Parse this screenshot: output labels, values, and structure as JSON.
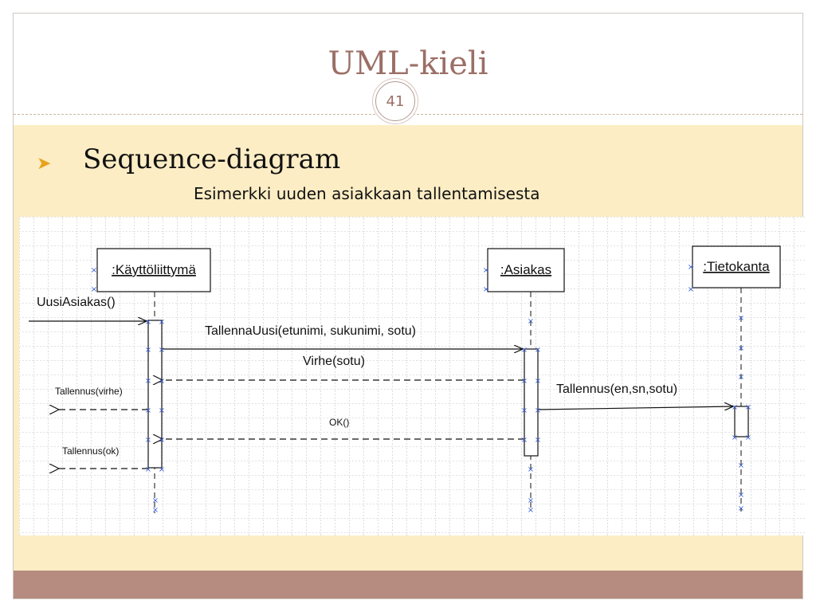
{
  "slide": {
    "title": "UML-kieli",
    "page_number": "41",
    "bullet": "Sequence-diagram",
    "subtitle": "Esimerkki uuden asiakkaan tallentamisesta"
  },
  "diagram": {
    "lifelines": [
      {
        "id": "kayttoliittyma",
        "label": ":Käyttöliittymä"
      },
      {
        "id": "asiakas",
        "label": ":Asiakas"
      },
      {
        "id": "tietokanta",
        "label": ":Tietokanta"
      }
    ],
    "messages": [
      {
        "label": "UusiAsiakas()",
        "from": "actor",
        "to": "kayttoliittyma",
        "type": "call"
      },
      {
        "label": "TallennaUusi(etunimi, sukunimi, sotu)",
        "from": "kayttoliittyma",
        "to": "asiakas",
        "type": "call"
      },
      {
        "label": "Virhe(sotu)",
        "from": "asiakas",
        "to": "kayttoliittyma",
        "type": "return"
      },
      {
        "label": "Tallennus(virhe)",
        "from": "kayttoliittyma",
        "to": "actor",
        "type": "return"
      },
      {
        "label": "Tallennus(en,sn,sotu)",
        "from": "asiakas",
        "to": "tietokanta",
        "type": "call"
      },
      {
        "label": "OK()",
        "from": "asiakas",
        "to": "kayttoliittyma",
        "type": "return"
      },
      {
        "label": "Tallennus(ok)",
        "from": "kayttoliittyma",
        "to": "actor",
        "type": "return"
      }
    ]
  },
  "colors": {
    "title": "#9b6f66",
    "content_background": "#fcedc4",
    "footer": "#b78c80",
    "bullet": "#e8a21c",
    "handle_marks": "#3a5fd0"
  }
}
